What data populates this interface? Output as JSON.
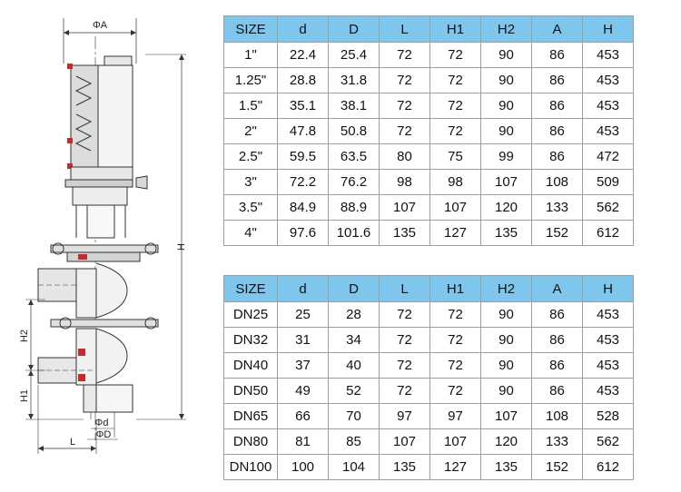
{
  "drawing": {
    "labels": {
      "A": "ΦA",
      "H": "H",
      "H1": "H1",
      "H2": "H2",
      "L": "L",
      "d": "Φd",
      "D": "ΦD"
    }
  },
  "table_inch": {
    "headers": [
      "SIZE",
      "d",
      "D",
      "L",
      "H1",
      "H2",
      "A",
      "H"
    ],
    "rows": [
      [
        "1\"",
        "22.4",
        "25.4",
        "72",
        "72",
        "90",
        "86",
        "453"
      ],
      [
        "1.25\"",
        "28.8",
        "31.8",
        "72",
        "72",
        "90",
        "86",
        "453"
      ],
      [
        "1.5\"",
        "35.1",
        "38.1",
        "72",
        "72",
        "90",
        "86",
        "453"
      ],
      [
        "2\"",
        "47.8",
        "50.8",
        "72",
        "72",
        "90",
        "86",
        "453"
      ],
      [
        "2.5\"",
        "59.5",
        "63.5",
        "80",
        "75",
        "99",
        "86",
        "472"
      ],
      [
        "3\"",
        "72.2",
        "76.2",
        "98",
        "98",
        "107",
        "108",
        "509"
      ],
      [
        "3.5\"",
        "84.9",
        "88.9",
        "107",
        "107",
        "120",
        "133",
        "562"
      ],
      [
        "4\"",
        "97.6",
        "101.6",
        "135",
        "127",
        "135",
        "152",
        "612"
      ]
    ]
  },
  "table_dn": {
    "headers": [
      "SIZE",
      "d",
      "D",
      "L",
      "H1",
      "H2",
      "A",
      "H"
    ],
    "rows": [
      [
        "DN25",
        "25",
        "28",
        "72",
        "72",
        "90",
        "86",
        "453"
      ],
      [
        "DN32",
        "31",
        "34",
        "72",
        "72",
        "90",
        "86",
        "453"
      ],
      [
        "DN40",
        "37",
        "40",
        "72",
        "72",
        "90",
        "86",
        "453"
      ],
      [
        "DN50",
        "49",
        "52",
        "72",
        "72",
        "90",
        "86",
        "453"
      ],
      [
        "DN65",
        "66",
        "70",
        "97",
        "97",
        "107",
        "108",
        "528"
      ],
      [
        "DN80",
        "81",
        "85",
        "107",
        "107",
        "120",
        "133",
        "562"
      ],
      [
        "DN100",
        "100",
        "104",
        "135",
        "127",
        "135",
        "152",
        "612"
      ]
    ]
  },
  "colors": {
    "header_bg": "#7fc6ec",
    "line": "#333333",
    "border": "#9aa1a6"
  }
}
